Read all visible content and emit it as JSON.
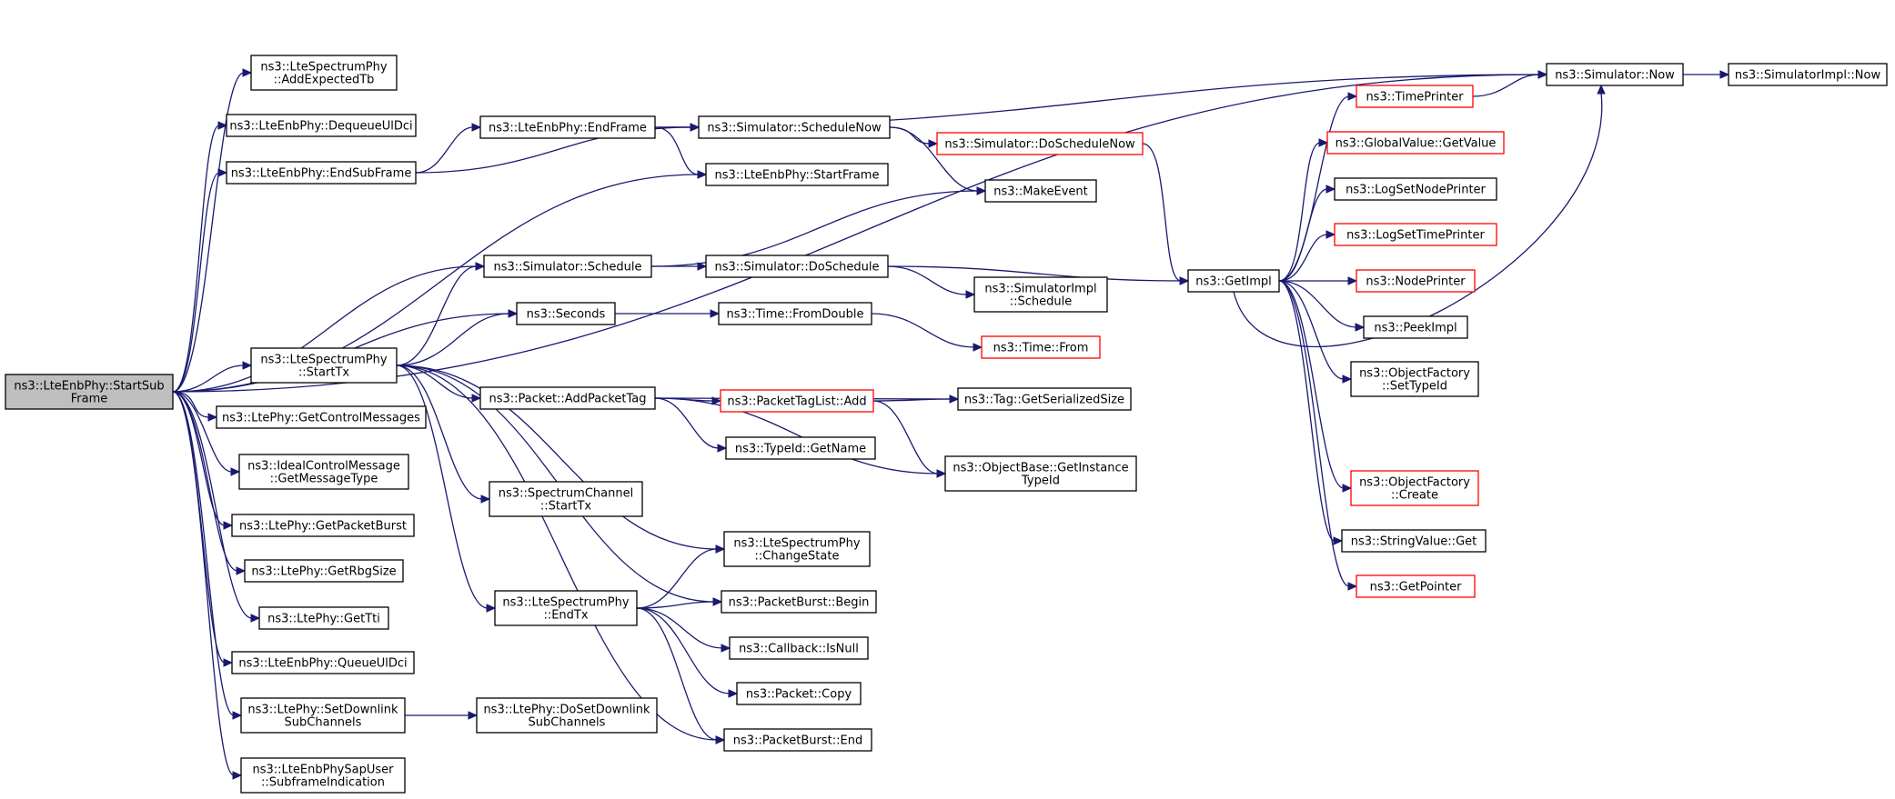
{
  "graph": {
    "nodes": [
      {
        "id": "root",
        "lines": [
          "ns3::LteEnbPhy::StartSub",
          "Frame"
        ],
        "root": true
      },
      {
        "id": "addExpectedTb",
        "lines": [
          "ns3::LteSpectrumPhy",
          "::AddExpectedTb"
        ]
      },
      {
        "id": "dequeueUlDci",
        "lines": [
          "ns3::LteEnbPhy::DequeueUlDci"
        ]
      },
      {
        "id": "endSubFrame",
        "lines": [
          "ns3::LteEnbPhy::EndSubFrame"
        ]
      },
      {
        "id": "endFrame",
        "lines": [
          "ns3::LteEnbPhy::EndFrame"
        ]
      },
      {
        "id": "scheduleNow",
        "lines": [
          "ns3::Simulator::ScheduleNow"
        ]
      },
      {
        "id": "startFrame",
        "lines": [
          "ns3::LteEnbPhy::StartFrame"
        ]
      },
      {
        "id": "doScheduleNow",
        "lines": [
          "ns3::Simulator::DoScheduleNow"
        ],
        "red": true
      },
      {
        "id": "makeEvent",
        "lines": [
          "ns3::MakeEvent"
        ]
      },
      {
        "id": "simNow",
        "lines": [
          "ns3::Simulator::Now"
        ]
      },
      {
        "id": "simImplNow",
        "lines": [
          "ns3::SimulatorImpl::Now"
        ]
      },
      {
        "id": "timePrinter",
        "lines": [
          "ns3::TimePrinter"
        ],
        "red": true
      },
      {
        "id": "globalValue",
        "lines": [
          "ns3::GlobalValue::GetValue"
        ],
        "red": true
      },
      {
        "id": "logSetNode",
        "lines": [
          "ns3::LogSetNodePrinter"
        ]
      },
      {
        "id": "logSetTime",
        "lines": [
          "ns3::LogSetTimePrinter"
        ],
        "red": true
      },
      {
        "id": "nodePrinter",
        "lines": [
          "ns3::NodePrinter"
        ],
        "red": true
      },
      {
        "id": "peekImpl",
        "lines": [
          "ns3::PeekImpl"
        ]
      },
      {
        "id": "setTypeId",
        "lines": [
          "ns3::ObjectFactory",
          "::SetTypeId"
        ]
      },
      {
        "id": "ofCreate",
        "lines": [
          "ns3::ObjectFactory",
          "::Create"
        ],
        "red": true
      },
      {
        "id": "stringGet",
        "lines": [
          "ns3::StringValue::Get"
        ]
      },
      {
        "id": "getPointer",
        "lines": [
          "ns3::GetPointer"
        ],
        "red": true
      },
      {
        "id": "getImpl",
        "lines": [
          "ns3::GetImpl"
        ]
      },
      {
        "id": "schedule",
        "lines": [
          "ns3::Simulator::Schedule"
        ]
      },
      {
        "id": "doSchedule",
        "lines": [
          "ns3::Simulator::DoSchedule"
        ]
      },
      {
        "id": "implSchedule",
        "lines": [
          "ns3::SimulatorImpl",
          "::Schedule"
        ]
      },
      {
        "id": "seconds",
        "lines": [
          "ns3::Seconds"
        ]
      },
      {
        "id": "fromDouble",
        "lines": [
          "ns3::Time::FromDouble"
        ]
      },
      {
        "id": "timeFrom",
        "lines": [
          "ns3::Time::From"
        ],
        "red": true
      },
      {
        "id": "startTx",
        "lines": [
          "ns3::LteSpectrumPhy",
          "::StartTx"
        ]
      },
      {
        "id": "addPacketTag",
        "lines": [
          "ns3::Packet::AddPacketTag"
        ]
      },
      {
        "id": "tagListAdd",
        "lines": [
          "ns3::PacketTagList::Add"
        ],
        "red": true
      },
      {
        "id": "serializedSize",
        "lines": [
          "ns3::Tag::GetSerializedSize"
        ]
      },
      {
        "id": "typeIdName",
        "lines": [
          "ns3::TypeId::GetName"
        ]
      },
      {
        "id": "instanceTypeId",
        "lines": [
          "ns3::ObjectBase::GetInstance",
          "TypeId"
        ]
      },
      {
        "id": "channelStartTx",
        "lines": [
          "ns3::SpectrumChannel",
          "::StartTx"
        ]
      },
      {
        "id": "changeState",
        "lines": [
          "ns3::LteSpectrumPhy",
          "::ChangeState"
        ]
      },
      {
        "id": "burstBegin",
        "lines": [
          "ns3::PacketBurst::Begin"
        ]
      },
      {
        "id": "endTx",
        "lines": [
          "ns3::LteSpectrumPhy",
          "::EndTx"
        ]
      },
      {
        "id": "isNull",
        "lines": [
          "ns3::Callback::IsNull"
        ]
      },
      {
        "id": "packetCopy",
        "lines": [
          "ns3::Packet::Copy"
        ]
      },
      {
        "id": "burstEnd",
        "lines": [
          "ns3::PacketBurst::End"
        ]
      },
      {
        "id": "controlMessages",
        "lines": [
          "ns3::LtePhy::GetControlMessages"
        ]
      },
      {
        "id": "messageType",
        "lines": [
          "ns3::IdealControlMessage",
          "::GetMessageType"
        ]
      },
      {
        "id": "packetBurst",
        "lines": [
          "ns3::LtePhy::GetPacketBurst"
        ]
      },
      {
        "id": "rbgSize",
        "lines": [
          "ns3::LtePhy::GetRbgSize"
        ]
      },
      {
        "id": "getTti",
        "lines": [
          "ns3::LtePhy::GetTti"
        ]
      },
      {
        "id": "queueUlDci",
        "lines": [
          "ns3::LteEnbPhy::QueueUlDci"
        ]
      },
      {
        "id": "setDownlink",
        "lines": [
          "ns3::LtePhy::SetDownlink",
          "SubChannels"
        ]
      },
      {
        "id": "doSetDownlink",
        "lines": [
          "ns3::LtePhy::DoSetDownlink",
          "SubChannels"
        ]
      },
      {
        "id": "subframeInd",
        "lines": [
          "ns3::LteEnbPhySapUser",
          "::SubframeIndication"
        ]
      }
    ]
  }
}
